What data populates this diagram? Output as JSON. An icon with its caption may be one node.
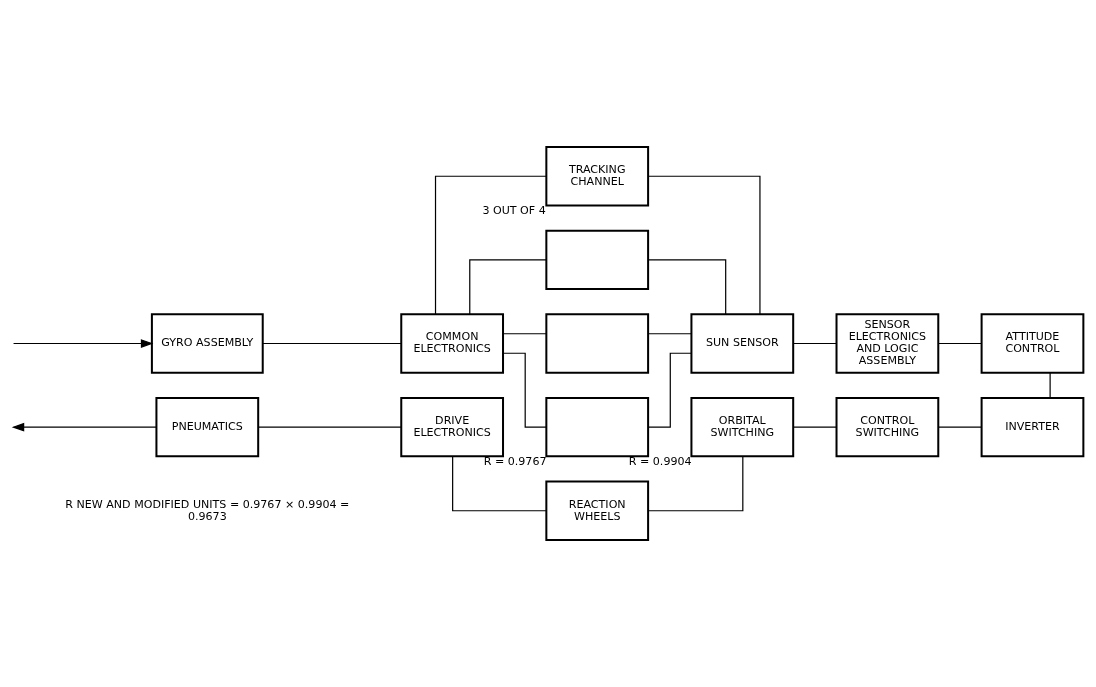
{
  "diagram": {
    "nodes": [
      {
        "text": [
          "GYRO ASSEMBLY"
        ]
      },
      {
        "text": [
          "COMMON ELECTRONICS"
        ]
      },
      {
        "text": [
          "TRACKING CHANNEL"
        ],
        "beside": [
          "3 OUT OF 4"
        ]
      },
      {
        "text": [],
        "shape": "box"
      },
      {
        "text": [],
        "shape": "box"
      },
      {
        "text": [],
        "shape": "box",
        "beside": [
          "R = 0.9767"
        ]
      },
      {
        "text": [
          "SUN SENSOR"
        ]
      },
      {
        "text": [
          "SENSOR ELECTRONICS AND LOGIC ASSEMBLY"
        ]
      },
      {
        "text": [
          "ATTITUDE CONTROL"
        ]
      },
      {
        "text": [
          "INVERTER"
        ]
      },
      {
        "text": [
          "CONTROL SWITCHING"
        ]
      },
      {
        "text": [
          "ORBITAL SWITCHING"
        ],
        "beside": [
          "R = 0.9904"
        ]
      },
      {
        "text": [
          "REACTION WHEELS"
        ]
      },
      {
        "text": [
          "DRIVE ELECTRONICS"
        ]
      },
      {
        "text": [
          "PNEUMATICS"
        ]
      }
    ],
    "edges": [
      {
        "from": null,
        "to": 0,
        "arrow": "to"
      },
      {
        "from": 0,
        "to": 1,
        "arrow": "none"
      },
      {
        "from": 1,
        "to": 2,
        "arrow": "none"
      },
      {
        "from": 1,
        "to": 3,
        "arrow": "none"
      },
      {
        "from": 1,
        "to": 4,
        "arrow": "none"
      },
      {
        "from": 1,
        "to": 5,
        "arrow": "none"
      },
      {
        "from": 2,
        "to": 6,
        "arrow": "none"
      },
      {
        "from": 3,
        "to": 6,
        "arrow": "none"
      },
      {
        "from": 4,
        "to": 6,
        "arrow": "none"
      },
      {
        "from": 5,
        "to": 6,
        "arrow": "none"
      },
      {
        "from": 6,
        "to": 7,
        "arrow": "none"
      },
      {
        "from": 7,
        "to": 8,
        "arrow": "none"
      },
      {
        "from": 8,
        "to": 9,
        "arrow": "none"
      },
      {
        "from": 9,
        "to": 10,
        "arrow": "none"
      },
      {
        "from": 10,
        "to": 11,
        "arrow": "none"
      },
      {
        "from": 11,
        "to": 12,
        "arrow": "none"
      },
      {
        "from": 12,
        "to": 13,
        "arrow": "none"
      },
      {
        "from": 13,
        "to": 14,
        "arrow": "none"
      },
      {
        "from": 14,
        "to": null,
        "arrow": "to"
      }
    ],
    "labels": [
      "R NEW AND MODIFIED UNITS = 0.9767 × 0.9904 = 0.9673"
    ]
  }
}
